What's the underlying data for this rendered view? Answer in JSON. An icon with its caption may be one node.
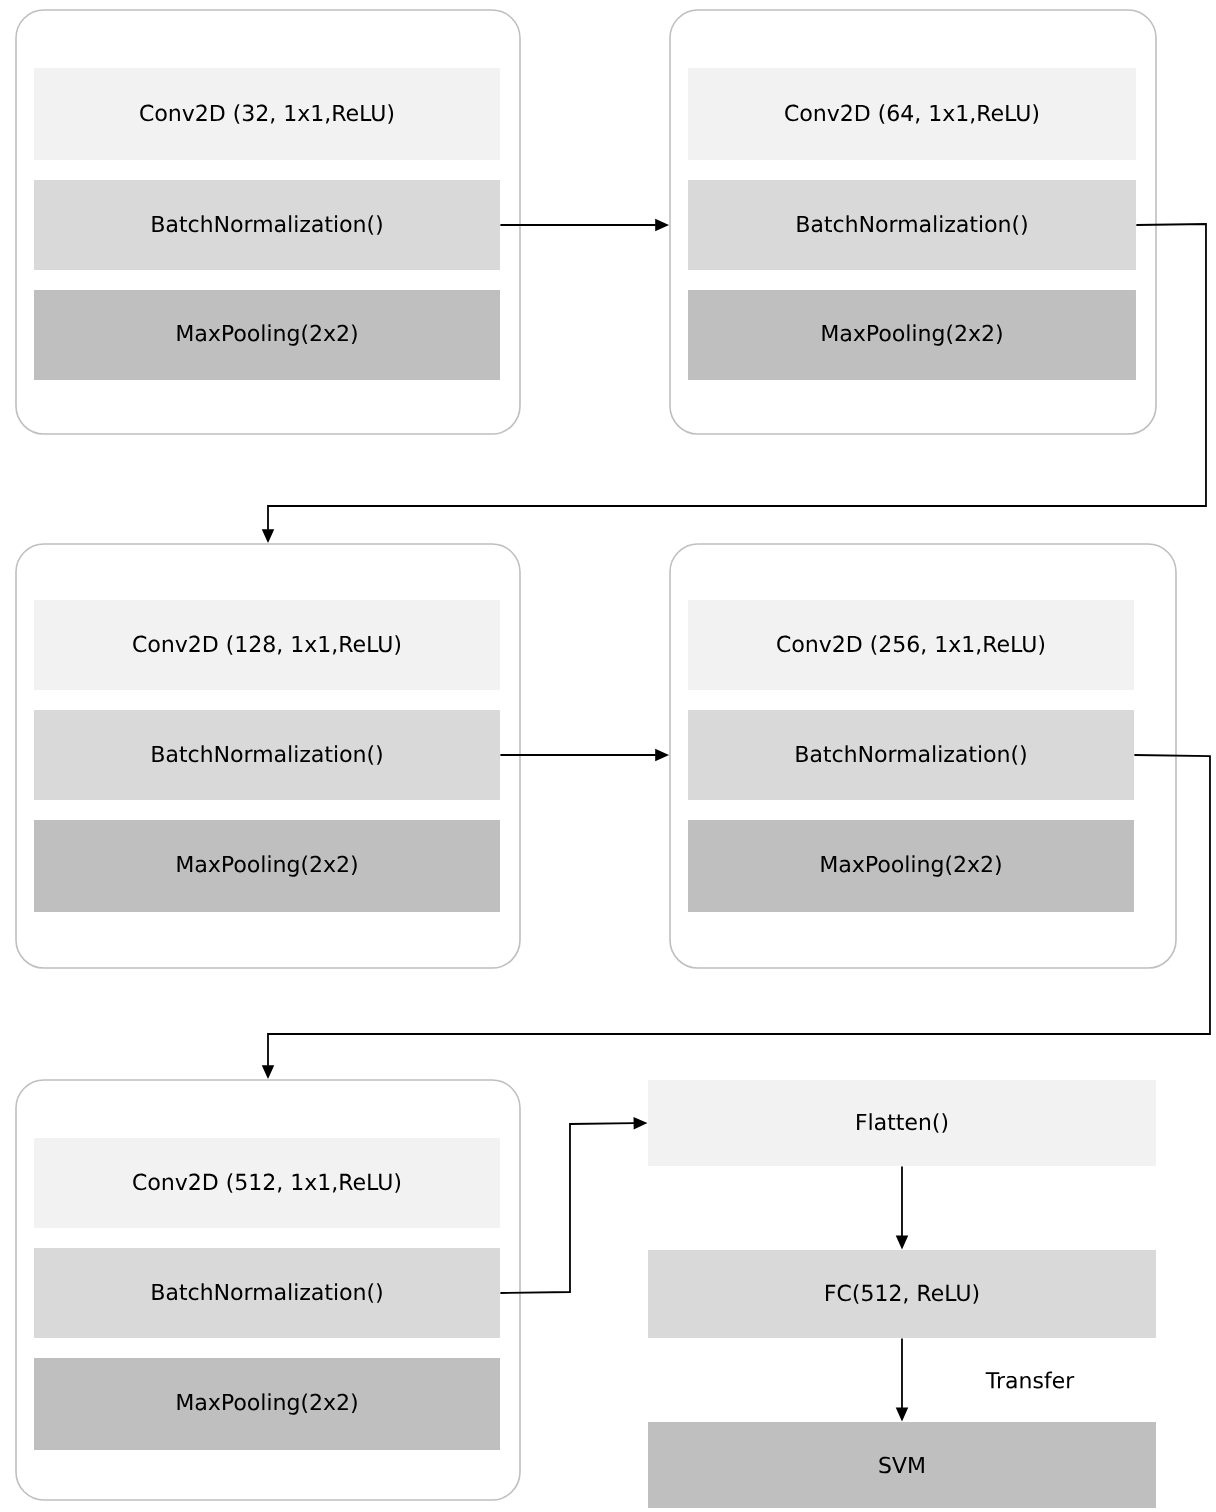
{
  "diagram": {
    "nodes": [
      {
        "text": [],
        "shape": "box"
      },
      {
        "text": [
          "Conv2D (32, 1x1,ReLU)"
        ],
        "in": 0
      },
      {
        "text": [
          "BatchNormalization()"
        ],
        "in": 0
      },
      {
        "text": [
          "MaxPooling(2x2)"
        ],
        "in": 0
      },
      {
        "text": [],
        "shape": "box"
      },
      {
        "text": [
          "Conv2D (64, 1x1,ReLU)"
        ],
        "in": 4
      },
      {
        "text": [
          "BatchNormalization()"
        ],
        "in": 4
      },
      {
        "text": [
          "MaxPooling(2x2)"
        ],
        "in": 4
      },
      {
        "text": [],
        "shape": "box"
      },
      {
        "text": [
          "Conv2D (128, 1x1,ReLU)"
        ],
        "in": 8
      },
      {
        "text": [
          "BatchNormalization()"
        ],
        "in": 8
      },
      {
        "text": [
          "MaxPooling(2x2)"
        ],
        "in": 8
      },
      {
        "text": [],
        "shape": "box"
      },
      {
        "text": [
          "Conv2D (256, 1x1,ReLU)"
        ],
        "in": 12
      },
      {
        "text": [
          "BatchNormalization()"
        ],
        "in": 12
      },
      {
        "text": [
          "MaxPooling(2x2)"
        ],
        "in": 12
      },
      {
        "text": [],
        "shape": "box"
      },
      {
        "text": [
          "Conv2D (512, 1x1,ReLU)"
        ],
        "in": 16
      },
      {
        "text": [
          "BatchNormalization()"
        ],
        "in": 16
      },
      {
        "text": [
          "MaxPooling(2x2)"
        ],
        "in": 16
      },
      {
        "text": [
          "Flatten()"
        ]
      },
      {
        "text": [
          "FC(512, ReLU)"
        ]
      },
      {
        "text": [
          "SVM"
        ]
      }
    ],
    "edges": [
      {
        "from": 2,
        "to": 4,
        "arrow": "to"
      },
      {
        "from": 6,
        "to": 8,
        "arrow": "to"
      },
      {
        "from": 10,
        "to": 12,
        "arrow": "to"
      },
      {
        "from": 14,
        "to": 16,
        "arrow": "to"
      },
      {
        "from": 18,
        "to": 20,
        "arrow": "to"
      },
      {
        "from": 20,
        "to": 21,
        "arrow": "to"
      },
      {
        "from": 21,
        "to": 22,
        "arrow": "to",
        "label": "Transfer"
      }
    ]
  }
}
